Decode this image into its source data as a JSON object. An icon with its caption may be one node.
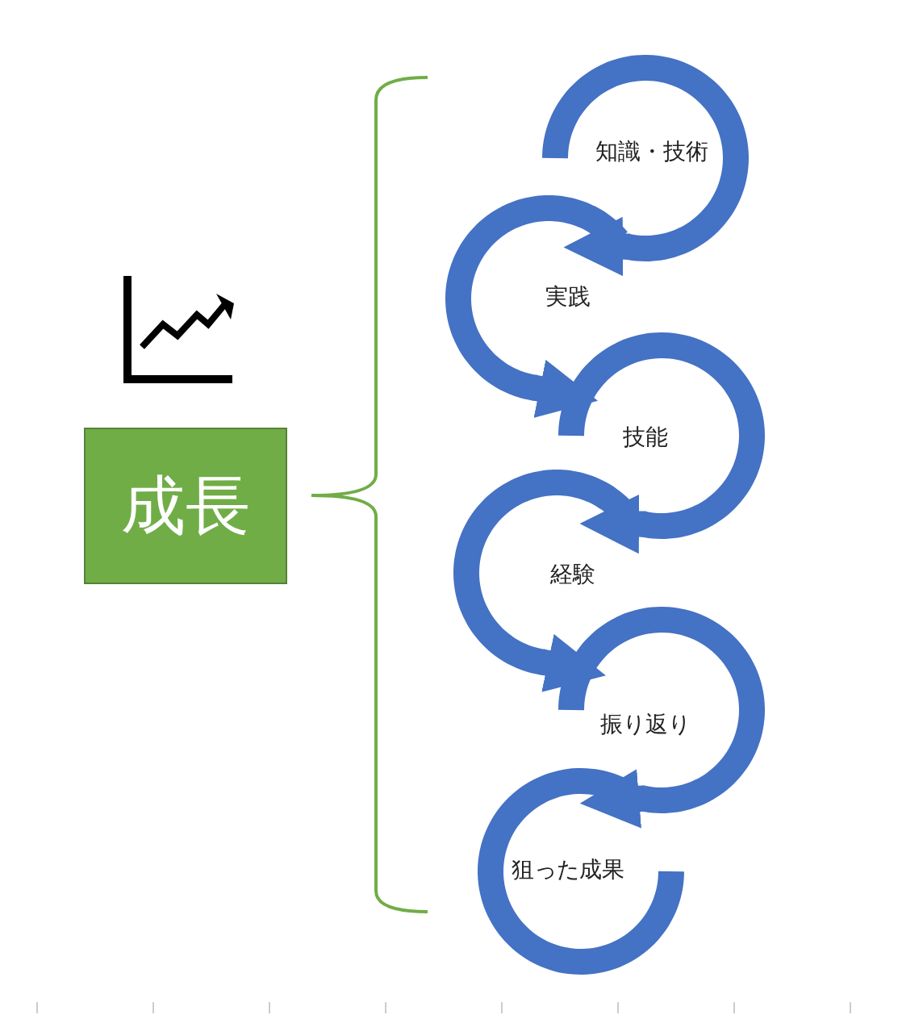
{
  "diagram": {
    "nodes": [
      {
        "text": [
          "成長"
        ]
      },
      {
        "text": [
          "知識・技術"
        ]
      },
      {
        "text": [
          "実践"
        ]
      },
      {
        "text": [
          "技能"
        ]
      },
      {
        "text": [
          "経験"
        ]
      },
      {
        "text": [
          "振り返り"
        ]
      },
      {
        "text": [
          "狙った成果"
        ]
      }
    ],
    "edges": [
      {
        "from": 1,
        "to": 2,
        "arrow": "to"
      },
      {
        "from": 2,
        "to": 3,
        "arrow": "to"
      },
      {
        "from": 3,
        "to": 4,
        "arrow": "to"
      },
      {
        "from": 4,
        "to": 5,
        "arrow": "to"
      },
      {
        "from": 5,
        "to": 6,
        "arrow": "to"
      }
    ]
  }
}
